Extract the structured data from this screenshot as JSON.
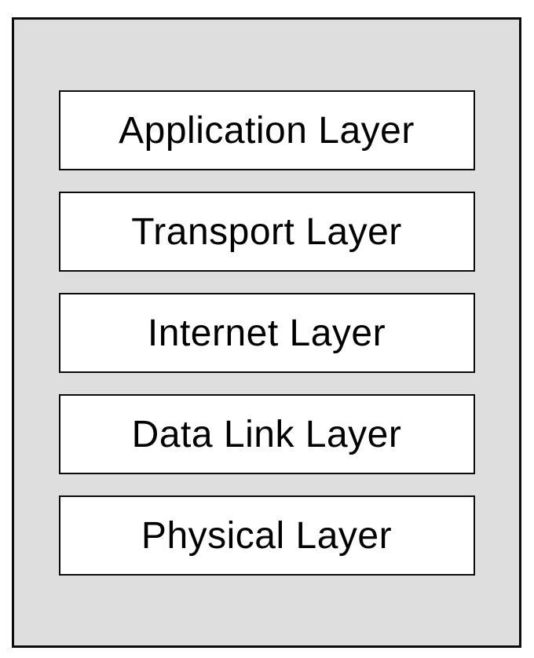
{
  "diagram": {
    "type": "layer-stack",
    "description": "TCP/IP protocol layer stack diagram",
    "layers": [
      {
        "label": "Application Layer"
      },
      {
        "label": "Transport Layer"
      },
      {
        "label": "Internet Layer"
      },
      {
        "label": "Data Link Layer"
      },
      {
        "label": "Physical Layer"
      }
    ],
    "colors": {
      "frame_background": "#dedede",
      "frame_border": "#0b0b0b",
      "box_background": "#ffffff",
      "box_border": "#0b0b0b",
      "text": "#000000"
    }
  }
}
